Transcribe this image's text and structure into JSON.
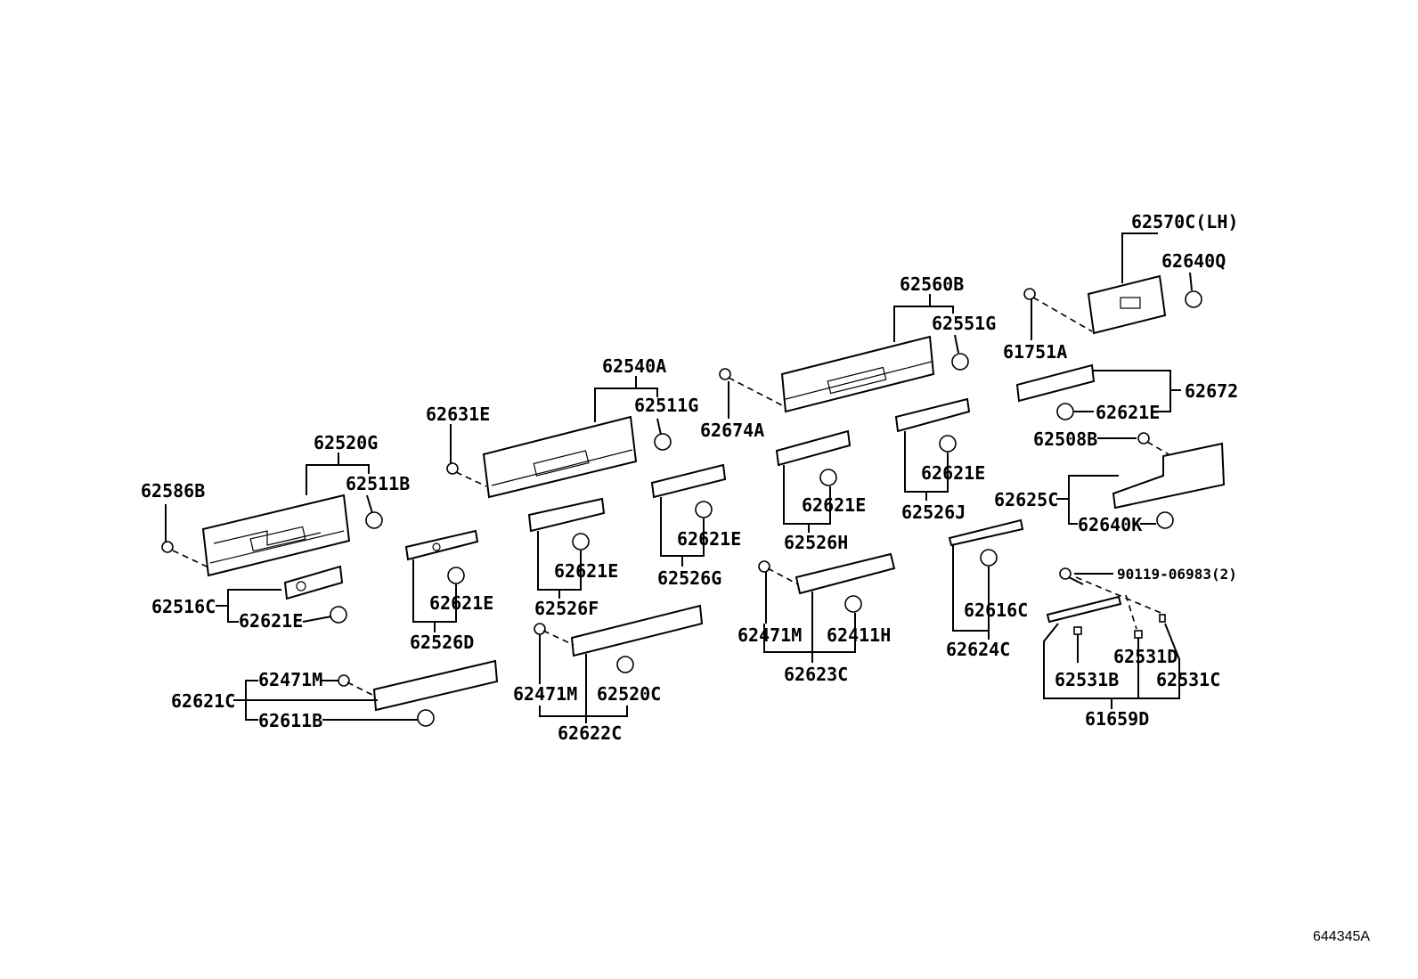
{
  "diagram_id": "644345A",
  "labels": {
    "p62570C_LH": "62570C(LH)",
    "p62640Q": "62640Q",
    "p62560B": "62560B",
    "p62551G": "62551G",
    "p61751A": "61751A",
    "p62672": "62672",
    "p62621E_a": "62621E",
    "p62508B": "62508B",
    "p62540A": "62540A",
    "p62511G": "62511G",
    "p62674A": "62674A",
    "p62631E": "62631E",
    "p62621E_b": "62621E",
    "p62526J": "62526J",
    "p62625C": "62625C",
    "p62640K": "62640K",
    "p62520G": "62520G",
    "p62511B": "62511B",
    "p62586B": "62586B",
    "p62621E_c": "62621E",
    "p62526H": "62526H",
    "p62621E_d": "62621E",
    "p62526G": "62526G",
    "p62621E_e": "62621E",
    "p62526F": "62526F",
    "p90119": "90119-06983(2)",
    "p62516C": "62516C",
    "p62621E_f": "62621E",
    "p62621E_g": "62621E",
    "p62526D": "62526D",
    "p62616C": "62616C",
    "p62471M_a": "62471M",
    "p62411H": "62411H",
    "p62624C": "62624C",
    "p62623C": "62623C",
    "p62531D": "62531D",
    "p62531B": "62531B",
    "p62531C": "62531C",
    "p61659D": "61659D",
    "p62471M_b": "62471M",
    "p62621C": "62621C",
    "p62611B": "62611B",
    "p62471M_c": "62471M",
    "p62520C": "62520C",
    "p62622C": "62622C"
  }
}
